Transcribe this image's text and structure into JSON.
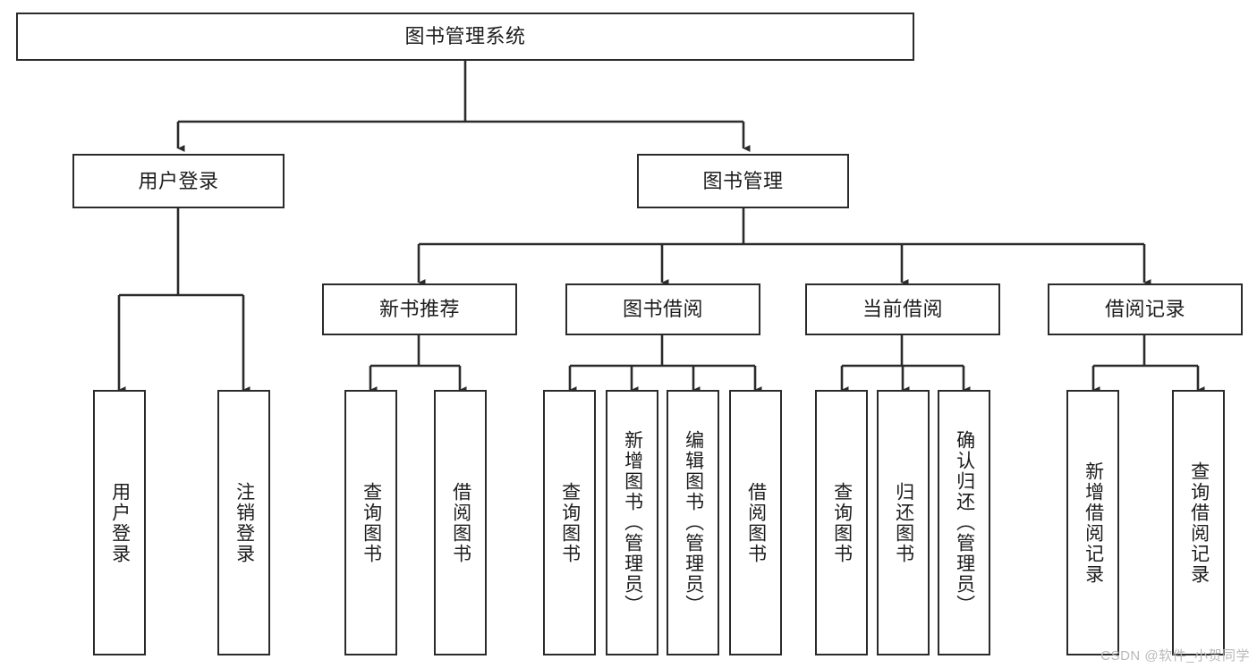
{
  "diagram": {
    "title": "图书管理系统",
    "type": "tree",
    "orientation": "top-down",
    "style": {
      "box_border_color": "#2b2b2b",
      "box_fill_color": "#ffffff",
      "connector_color": "#2b2b2b",
      "background_color": "#ffffff",
      "text_color": "#1a1a1a"
    },
    "watermark": "CSDN @软件_小贺同学",
    "nodes": {
      "root": {
        "id": "root",
        "label": "图书管理系统",
        "level": 1,
        "text_direction": "horizontal"
      },
      "l2": [
        {
          "id": "user-login",
          "label": "用户登录",
          "level": 2,
          "text_direction": "horizontal"
        },
        {
          "id": "book-manage",
          "label": "图书管理",
          "level": 2,
          "text_direction": "horizontal"
        }
      ],
      "l3": [
        {
          "id": "new-book-recommend",
          "label": "新书推荐",
          "level": 3,
          "text_direction": "horizontal",
          "parent": "book-manage"
        },
        {
          "id": "book-borrow",
          "label": "图书借阅",
          "level": 3,
          "text_direction": "horizontal",
          "parent": "book-manage"
        },
        {
          "id": "current-borrow",
          "label": "当前借阅",
          "level": 3,
          "text_direction": "horizontal",
          "parent": "book-manage"
        },
        {
          "id": "borrow-record",
          "label": "借阅记录",
          "level": 3,
          "text_direction": "horizontal",
          "parent": "book-manage"
        }
      ],
      "leaves": [
        {
          "id": "leaf-user-login",
          "label": "用户登录",
          "parent": "user-login",
          "text_direction": "vertical"
        },
        {
          "id": "leaf-user-logout",
          "label": "注销登录",
          "parent": "user-login",
          "text_direction": "vertical"
        },
        {
          "id": "leaf-query-book-1",
          "label": "查询图书",
          "parent": "new-book-recommend",
          "text_direction": "vertical"
        },
        {
          "id": "leaf-borrow-book-1",
          "label": "借阅图书",
          "parent": "new-book-recommend",
          "text_direction": "vertical"
        },
        {
          "id": "leaf-query-book-2",
          "label": "查询图书",
          "parent": "book-borrow",
          "text_direction": "vertical"
        },
        {
          "id": "leaf-add-book",
          "label": "新增图书（管理员）",
          "parent": "book-borrow",
          "text_direction": "vertical"
        },
        {
          "id": "leaf-edit-book",
          "label": "编辑图书（管理员）",
          "parent": "book-borrow",
          "text_direction": "vertical"
        },
        {
          "id": "leaf-borrow-book-2",
          "label": "借阅图书",
          "parent": "book-borrow",
          "text_direction": "vertical"
        },
        {
          "id": "leaf-query-book-3",
          "label": "查询图书",
          "parent": "current-borrow",
          "text_direction": "vertical"
        },
        {
          "id": "leaf-return-book",
          "label": "归还图书",
          "parent": "current-borrow",
          "text_direction": "vertical"
        },
        {
          "id": "leaf-confirm-return",
          "label": "确认归还（管理员）",
          "parent": "current-borrow",
          "text_direction": "vertical"
        },
        {
          "id": "leaf-add-record",
          "label": "新增借阅记录",
          "parent": "borrow-record",
          "text_direction": "vertical"
        },
        {
          "id": "leaf-query-record",
          "label": "查询借阅记录",
          "parent": "borrow-record",
          "text_direction": "vertical"
        }
      ]
    }
  }
}
